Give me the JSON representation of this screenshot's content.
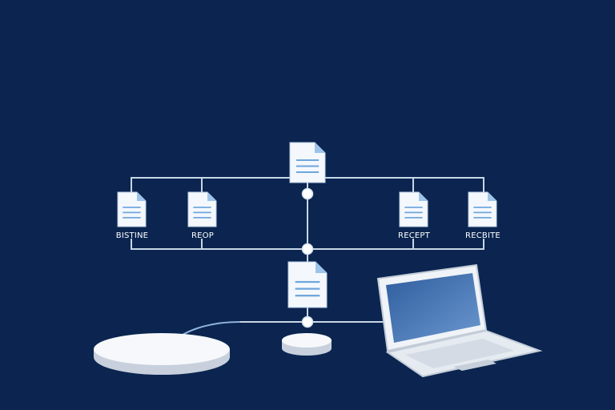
{
  "diagram": {
    "colors": {
      "background": "#0b2550",
      "line": "#c9d6e6",
      "node": "#ffffff",
      "doc_fill": "#f4f8fd",
      "doc_lines": "#6fa6dc",
      "screen": "#3d6fb0"
    },
    "documents": [
      {
        "id": "top",
        "label": ""
      },
      {
        "id": "left-1",
        "label": "BISTINE"
      },
      {
        "id": "left-2",
        "label": "REOP"
      },
      {
        "id": "right-1",
        "label": "RECEPT"
      },
      {
        "id": "right-2",
        "label": "RECBITE"
      },
      {
        "id": "center",
        "label": ""
      }
    ],
    "icons": [
      "document-icon",
      "laptop-icon",
      "server-disk-icon",
      "small-disk-icon",
      "node-dot-icon"
    ]
  }
}
